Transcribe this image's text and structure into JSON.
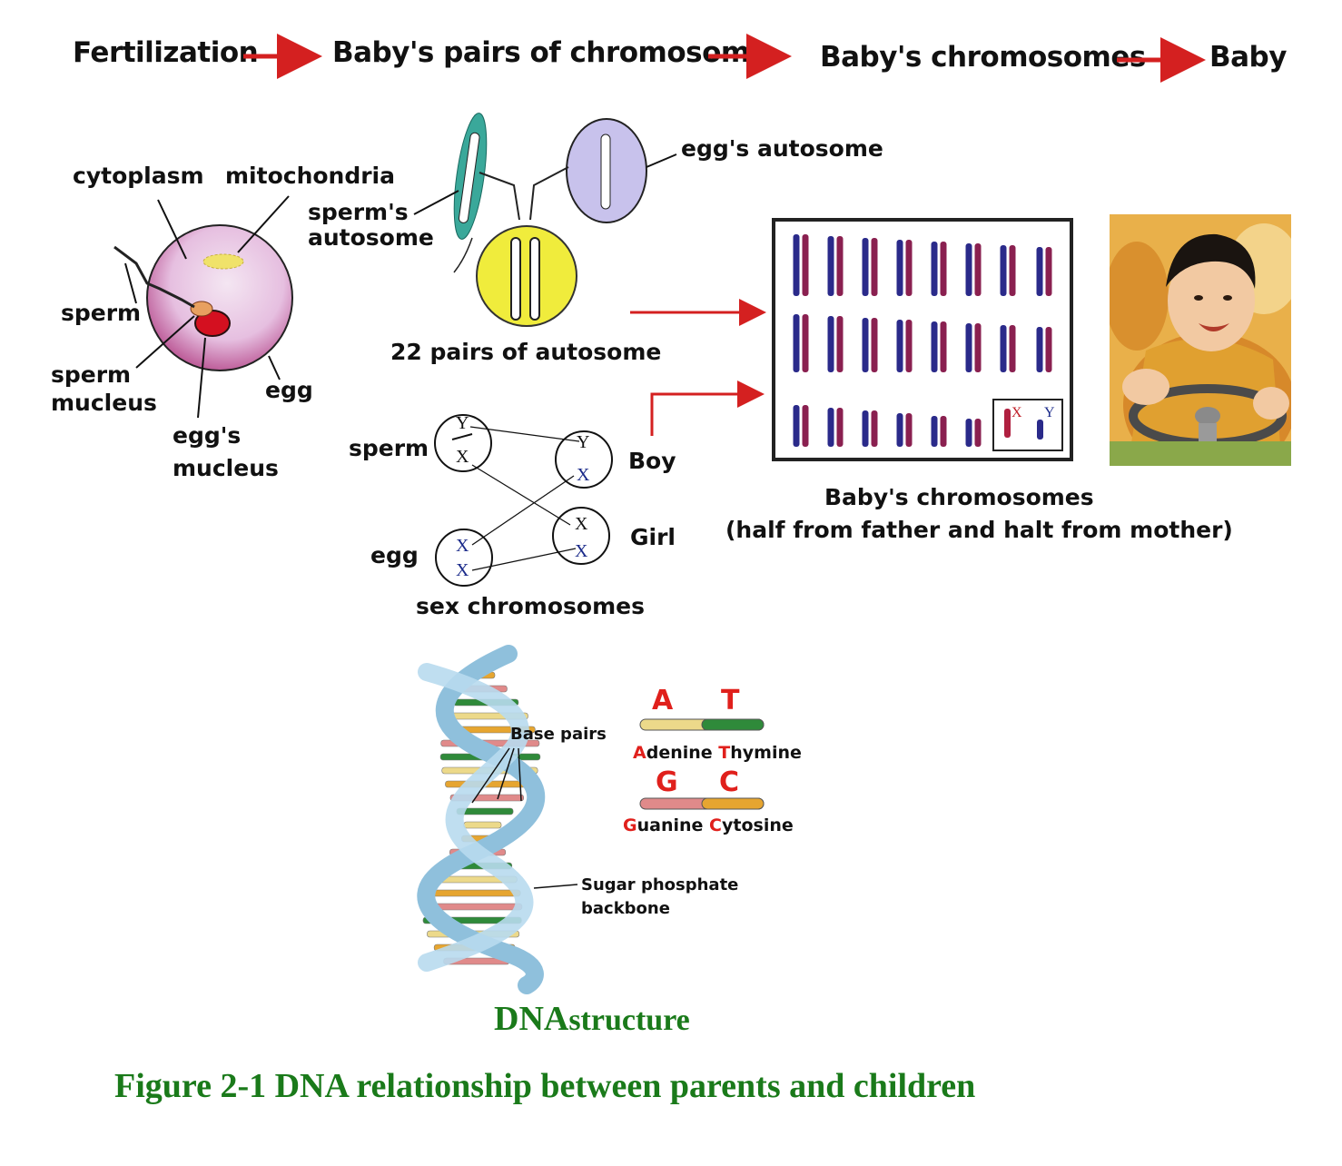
{
  "flow": {
    "step1": "Fertilization",
    "step2": "Baby's pairs of chromosome",
    "step3": "Baby's chromosomes",
    "step4": "Baby"
  },
  "egg_cell": {
    "cytoplasm": "cytoplasm",
    "mitochondria": "mitochondria",
    "sperm": "sperm",
    "sperm_nucleus": "sperm\nmucleus",
    "egg": "egg",
    "egg_nucleus": "egg's\nmucleus"
  },
  "autosome": {
    "sperm_autosome": "sperm's\nautosome",
    "egg_autosome": "egg's autosome",
    "pairs_label": "22 pairs of autosome"
  },
  "sex_chromosomes": {
    "sperm": "sperm",
    "egg": "egg",
    "boy": "Boy",
    "girl": "Girl",
    "caption": "sex chromosomes",
    "y": "Y",
    "x": "X"
  },
  "karyotype": {
    "caption_line1": "Baby's chromosomes",
    "caption_line2": "(half from father and halt from mother)",
    "x": "X",
    "y": "Y"
  },
  "dna": {
    "base_pairs": "Base pairs",
    "backbone": "Sugar phosphate\nbackbone",
    "A": "A",
    "T": "T",
    "G": "G",
    "C": "C",
    "adenine_initial": "A",
    "adenine_rest": "denine",
    "thymine_initial": "T",
    "thymine_rest": "hymine",
    "guanine_initial": "G",
    "guanine_rest": "uanine",
    "cytosine_initial": "C",
    "cytosine_rest": "ytosine",
    "title_dna": "DNA",
    "title_structure": "structure"
  },
  "figure_caption": "Figure 2-1 DNA relationship between parents and children",
  "colors": {
    "arrow_red": "#d42020",
    "caption_green": "#1a7a1a",
    "base_red": "#e0201c",
    "sperm_teal": "#3aa89a",
    "autosome_yellow": "#f0ec3c",
    "egg_lavender": "#c8c2ec",
    "chromosome_blue": "#2a2a8a",
    "chromosome_red": "#b02040",
    "helix_blue": "#9cc8e0"
  }
}
